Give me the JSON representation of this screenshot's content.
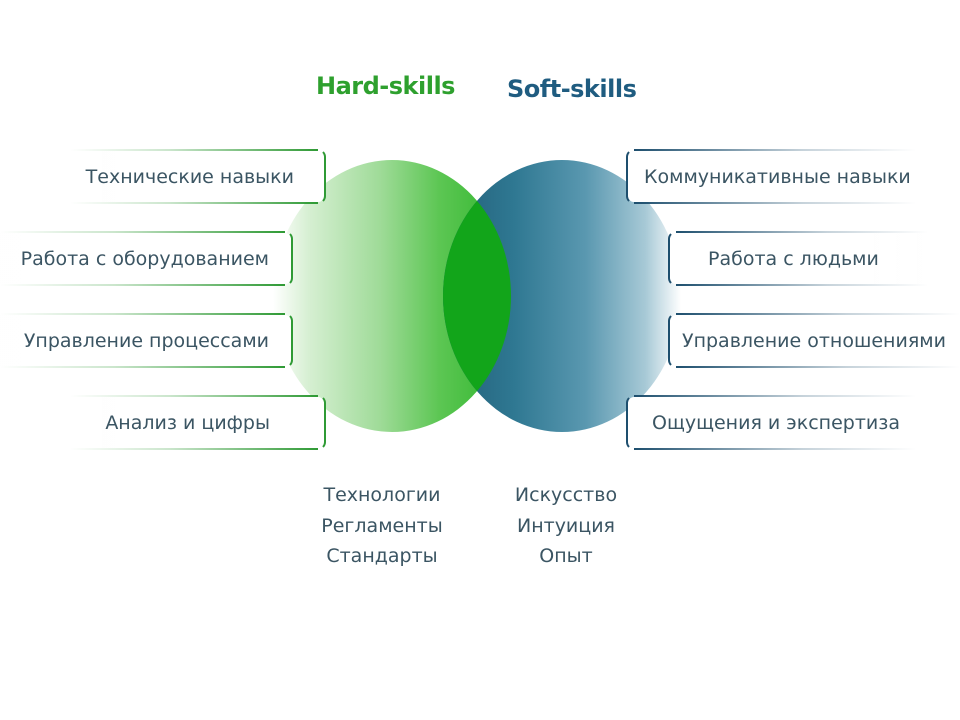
{
  "titles": {
    "hard": "Hard-skills",
    "soft": "Soft-skills"
  },
  "colors": {
    "hard_title": "#2ea02e",
    "soft_title": "#1f5c80",
    "hard_circle": "#2db52a",
    "soft_circle": "#225e78",
    "intersection": "#12a51a",
    "text": "#3b5563"
  },
  "hard_skills": [
    {
      "label": "Технические  навыки"
    },
    {
      "label": "Работа с оборудованием"
    },
    {
      "label": "Управление  процессами"
    },
    {
      "label": "Анализ и цифры"
    }
  ],
  "soft_skills": [
    {
      "label": "Коммуникативные навыки"
    },
    {
      "label": "Работа с людьми"
    },
    {
      "label": "Управление  отношениями"
    },
    {
      "label": "Ощущения и экспертиза"
    }
  ],
  "hard_basis": [
    "Технологии",
    "Регламенты",
    "Стандарты"
  ],
  "soft_basis": [
    "Искусство",
    "Интуиция",
    "Опыт"
  ]
}
